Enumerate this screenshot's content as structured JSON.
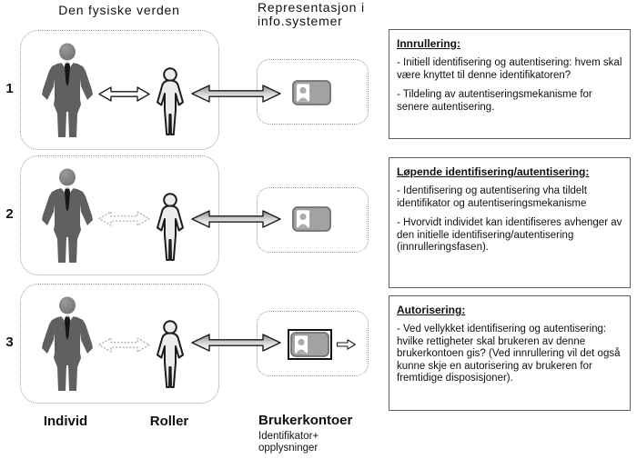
{
  "titles": {
    "physical_world": "Den fysiske verden",
    "representation_line1": "Representasjon i",
    "representation_line2": "info.systemer"
  },
  "rows": [
    {
      "number": "1"
    },
    {
      "number": "2"
    },
    {
      "number": "3"
    }
  ],
  "callouts": [
    {
      "heading": "Innrullering:",
      "paragraphs": [
        "- Initiell identifisering og autentisering: hvem skal være knyttet til denne identifikatoren?",
        "- Tildeling av autentiseringsmekanisme for senere autentisering."
      ]
    },
    {
      "heading": "Løpende identifisering/autentisering:",
      "paragraphs": [
        "- Identifisering og autentisering vha tildelt identifikator og autentiseringsmekanisme",
        "- Hvorvidt individet kan identifiseres avhenger av den initielle identifisering/autentisering (innrulleringsfasen)."
      ]
    },
    {
      "heading": "Autorisering:",
      "paragraphs": [
        "- Ved vellykket identifisering og autentisering: hvilke rettigheter skal brukeren av denne brukerkontoen gis? (Ved innrullering vil det også kunne skje en autorisering av brukeren for fremtidige disposisjoner)."
      ]
    }
  ],
  "footer": {
    "individ": "Individ",
    "roller": "Roller",
    "brukerkontoer": "Brukerkontoer",
    "sub1": "Identifikator+",
    "sub2": "opplysninger"
  },
  "icons": {
    "businessman": "businessman-figure-icon",
    "role": "role-person-outline-icon",
    "card": "user-account-card-icon",
    "arrow_double": "double-arrow-icon",
    "arrow_right": "right-arrow-icon"
  },
  "colors": {
    "suit": "#606060",
    "head": "#787878",
    "role_fill": "#ececec",
    "card_fill": "#a2a2a2",
    "card_border": "#707070",
    "dotted_border": "#979797",
    "callout_border": "#5c5c5c"
  }
}
